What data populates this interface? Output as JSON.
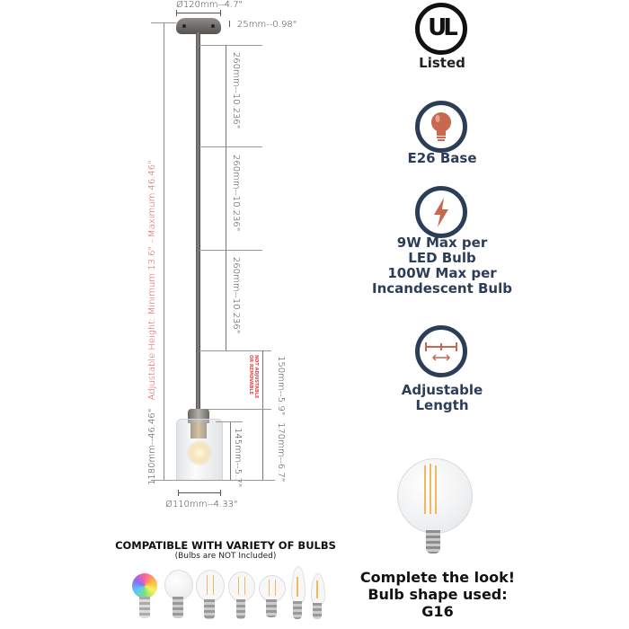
{
  "diagram": {
    "canopy_diameter": "Ø120mm--4.7\"",
    "canopy_height": "25mm--0.98\"",
    "rod_segments": [
      "260mm--10.236\"",
      "260mm--10.236\"",
      "260mm--10.236\""
    ],
    "fixed_segment": "150mm--5.9\"",
    "fixed_note_line1": "NOT ADJUSTABLE",
    "fixed_note_line2": "OR REMOVABLE",
    "shade_height": "145mm--5.7\"",
    "fixture_height": "170mm--6.7\"",
    "shade_diameter": "Ø110mm--4.33\"",
    "total_height": "1180mm--46.46\"",
    "adjustable_height": "Adjustable Height: Minimum 13.6\" - Maximum 46.46\""
  },
  "features": [
    {
      "icon": "ul-listed-icon",
      "label": "Listed"
    },
    {
      "icon": "lightbulb-icon",
      "label": "E26 Base"
    },
    {
      "icon": "lightning-icon",
      "label_lines": [
        "9W Max per",
        "LED Bulb",
        "100W Max per",
        "Incandescent Bulb"
      ]
    },
    {
      "icon": "adjustable-length-icon",
      "label_lines": [
        "Adjustable",
        "Length"
      ]
    }
  ],
  "ul_letters": "UL",
  "bulbs_section": {
    "title": "COMPATIBLE WITH VARIETY OF BULBS",
    "subtitle": "(Bulbs are NOT Included)",
    "bulb_types": [
      "rgb-smart-bulb",
      "frosted-a19-bulb",
      "filament-a19-bulb",
      "filament-a15-bulb",
      "filament-g16-bulb",
      "candle-flame-tip-bulb",
      "candle-bulb"
    ]
  },
  "complete_look": {
    "line1": "Complete the look!",
    "line2": "Bulb shape used:",
    "line3": "G16"
  },
  "colors": {
    "navy": "#2c3e57",
    "copper": "#c8694f",
    "red_text": "#e8444a",
    "metal": "#6e6a66"
  }
}
